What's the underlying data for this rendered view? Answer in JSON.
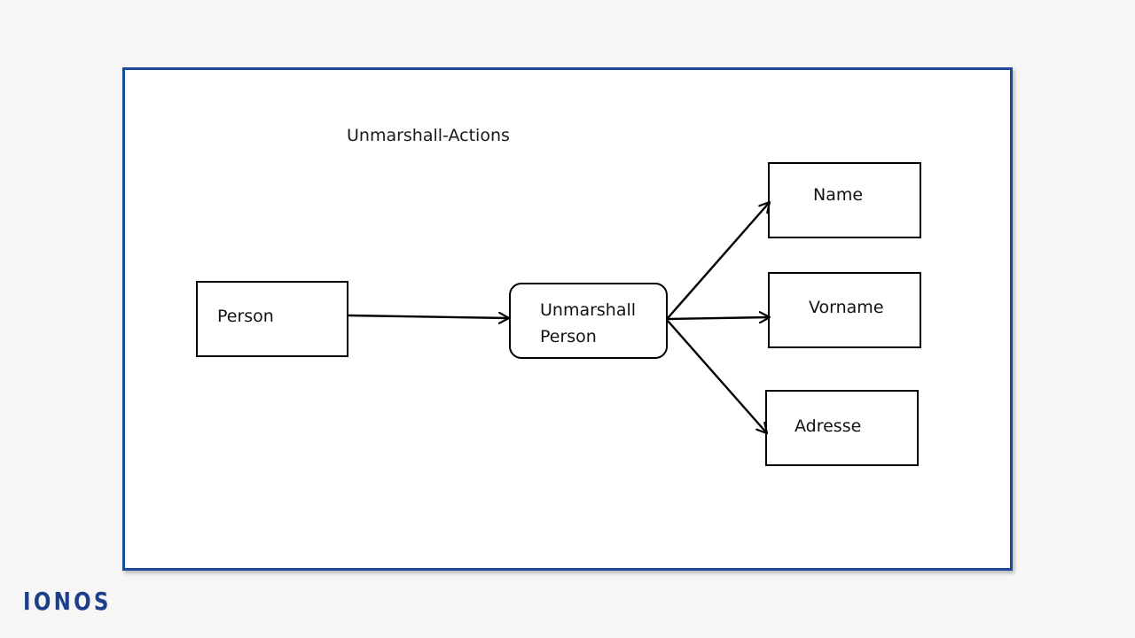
{
  "diagram": {
    "title": "Unmarshall-Actions",
    "nodes": {
      "person": "Person",
      "unmarshall_line1": "Unmarshall",
      "unmarshall_line2": "Person",
      "name": "Name",
      "vorname": "Vorname",
      "adresse": "Adresse"
    }
  },
  "branding": {
    "logo": "IONOS",
    "color": "#1d3e8a"
  },
  "colors": {
    "frame_border": "#1a4a9a",
    "background": "#f6f6f6"
  }
}
